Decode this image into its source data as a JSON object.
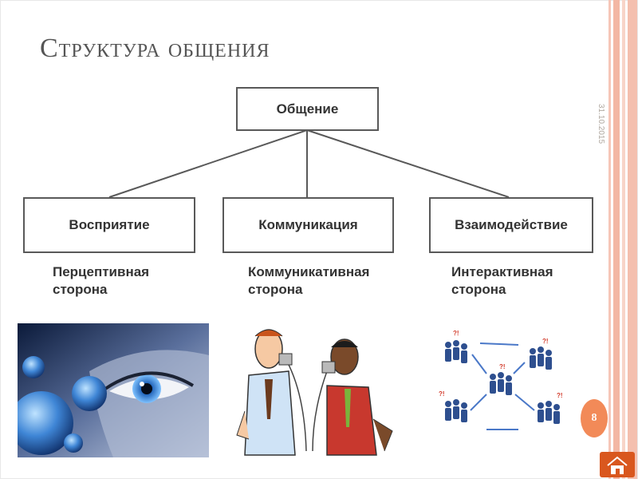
{
  "title": "Структура общения",
  "date": "31.10.2015",
  "page_number": "8",
  "root": {
    "label": "Общение"
  },
  "children": [
    {
      "label": "Восприятие",
      "caption": "Перцептивная\nсторона"
    },
    {
      "label": "Коммуникация",
      "caption": "Коммуникативная\nсторона"
    },
    {
      "label": "Взаимодействие",
      "caption": "Интерактивная\nсторона"
    }
  ],
  "images": {
    "left": "eye-planets-image",
    "middle": "tin-can-phone-people-image",
    "right": "people-groups-interaction-image"
  },
  "icons": {
    "home": "home-icon"
  },
  "colors": {
    "accent": "#f28a58",
    "stripe": "#f3b7a4",
    "box_border": "#595959"
  }
}
